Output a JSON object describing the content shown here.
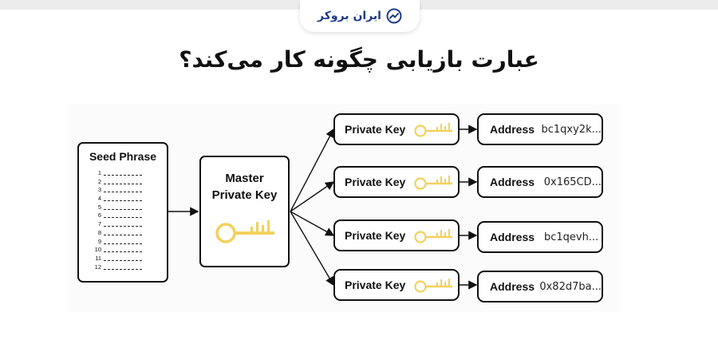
{
  "header": {
    "brand": "ایران بروکر",
    "accent": "#1f3b8c"
  },
  "title": "عبارت بازیابی چگونه کار می‌کند؟",
  "diagram": {
    "seed_phrase": {
      "label": "Seed Phrase",
      "numbers": [
        "1",
        "2",
        "3",
        "4",
        "5",
        "6",
        "7",
        "8",
        "9",
        "10",
        "11",
        "12"
      ]
    },
    "master_key": {
      "line1": "Master",
      "line2": "Private Key",
      "icon": "key-icon",
      "key_color": "#f2d15c"
    },
    "branches": [
      {
        "private_key": "Private Key",
        "address_label": "Address",
        "address": "bc1qxy2k..."
      },
      {
        "private_key": "Private Key",
        "address_label": "Address",
        "address": "0x165CD..."
      },
      {
        "private_key": "Private Key",
        "address_label": "Address",
        "address": "bc1qevh..."
      },
      {
        "private_key": "Private Key",
        "address_label": "Address",
        "address": "0x82d7ba..."
      }
    ]
  }
}
